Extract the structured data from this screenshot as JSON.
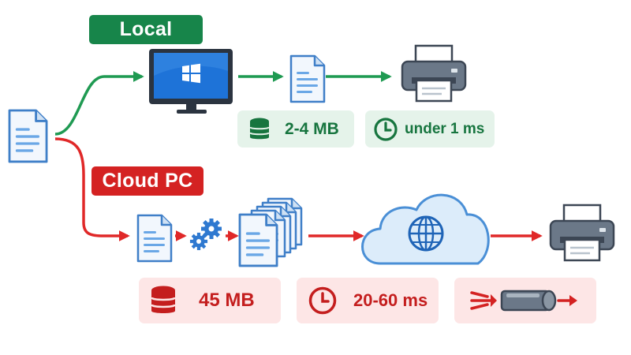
{
  "labels": {
    "local": "Local",
    "cloud": "Cloud PC"
  },
  "metrics": {
    "local_size": "2-4 MB",
    "local_time": "under 1 ms",
    "cloud_size": "45 MB",
    "cloud_time": "20-60 ms"
  },
  "colors": {
    "local_green": "#1f9a52",
    "local_green_dark": "#17753f",
    "local_tint": "#e5f3ea",
    "cloud_red": "#e02828",
    "cloud_red_dark": "#c41e1e",
    "cloud_tint": "#fde6e6",
    "doc_blue": "#3f8ad6",
    "cloud_fill": "#dcecfa",
    "monitor_blue": "#1e73d8",
    "printer_gray": "#5d6b7a"
  },
  "icons": [
    "document-icon",
    "monitor-icon",
    "printer-icon",
    "gears-icon",
    "document-stack-icon",
    "cloud-globe-icon",
    "database-icon",
    "clock-icon",
    "pipe-icon"
  ]
}
